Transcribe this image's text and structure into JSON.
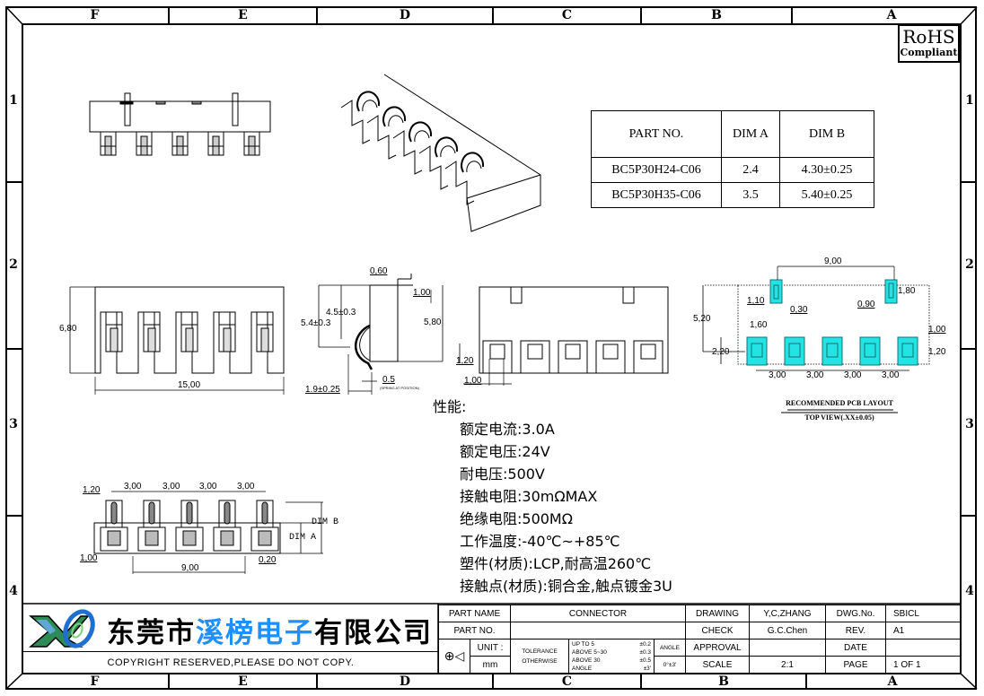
{
  "frame": {
    "columns": [
      "F",
      "E",
      "D",
      "C",
      "B",
      "A"
    ],
    "rows": [
      "1",
      "2",
      "3",
      "4"
    ]
  },
  "rohs": {
    "line1": "RoHS",
    "line2": "Compliant"
  },
  "parts_table": {
    "headers": [
      "PART NO.",
      "DIM A",
      "DIM B"
    ],
    "rows": [
      [
        "BC5P30H24-C06",
        "2.4",
        "4.30±0.25"
      ],
      [
        "BC5P30H35-C06",
        "3.5",
        "5.40±0.25"
      ]
    ]
  },
  "dimensions": {
    "front_view": {
      "height": "6,80",
      "width": "15,00"
    },
    "side_view": {
      "top_offset": "0,60",
      "step": "1,00",
      "spring_height": "4.5±0.3",
      "contact_height": "5.4±0.3",
      "body_height": "5,80",
      "contact_gap": "0.5",
      "contact_note": "(SPRING AT POSITION)",
      "base_offset": "1.9±0.25"
    },
    "rear_view": {
      "pin_height": "1,20",
      "pin_width": "1,00"
    },
    "pcb_layout": {
      "peg_span": "9,00",
      "peg_pad_height": "1,10",
      "peg_slot_width": "0,30",
      "peg_hole_height": "1,80",
      "peg_pad_width": "0,90",
      "offset": "5,20",
      "pad_width": "1,60",
      "pad_height": "2,20",
      "inner_pad_width": "1,00",
      "inner_pad_height": "1,20",
      "pitch": [
        "3,00",
        "3,00",
        "3,00",
        "3,00"
      ],
      "title": "RECOMMENDED PCB LAYOUT",
      "subtitle": "TOP VIEW(.XX±0.05)"
    },
    "bottom_view": {
      "pin_width": "1,20",
      "pitch": [
        "3,00",
        "3,00",
        "3,00",
        "3,00"
      ],
      "dim_b": "DIM B",
      "dim_a": "DIM A",
      "left_offset": "1,00",
      "peg_span": "9,00",
      "peg_width": "0,20"
    }
  },
  "performance": {
    "title": "性能:",
    "items": [
      "额定电流:3.0A",
      "额定电压:24V",
      "耐电压:500V",
      "接触电阻:30mΩMAX",
      "绝缘电阻:500MΩ",
      "工作温度:-40℃~+85℃",
      "塑件(材质):LCP,耐高温260℃",
      "接触点(材质):铜合金,触点镀金3U"
    ]
  },
  "company": {
    "name_part1": "东莞市",
    "name_part2": "溪榜电子",
    "name_part3": "有限公司",
    "copyright": "COPYRIGHT RESERVED,PLEASE DO NOT COPY.",
    "brand_color": "#1e90ff"
  },
  "title_block": {
    "part_name_label": "PART NAME",
    "part_name": "CONNECTOR",
    "part_no_label": "PART NO.",
    "part_no": "",
    "unit_label": "UNIT :",
    "unit": "mm",
    "tolerance_label1": "TOLERANCE",
    "tolerance_label2": "OTHERWISE",
    "tol_rows": [
      [
        "UP TO 5",
        "±0.2"
      ],
      [
        "ABOVE 5~30",
        "±0.3"
      ],
      [
        "ABOVE 30",
        "±0.5"
      ],
      [
        "ANGLE",
        "±3'"
      ]
    ],
    "angle_label": "ANGLE",
    "angle_value": "0°±3'",
    "drawing_label": "DRAWING",
    "drawing": "Y,C,ZHANG",
    "check_label": "CHECK",
    "check": "G.C.Chen",
    "approval_label": "APPROVAL",
    "approval": "",
    "scale_label": "SCALE",
    "scale": "2:1",
    "dwg_no_label": "DWG.No.",
    "dwg_no": "SBICL",
    "rev_label": "REV.",
    "rev": "A1",
    "date_label": "DATE",
    "date": "",
    "page_label": "PAGE",
    "page": "1 OF 1"
  },
  "colors": {
    "pad_fill": "#22e4e4",
    "pad_stroke": "#1a7070"
  }
}
